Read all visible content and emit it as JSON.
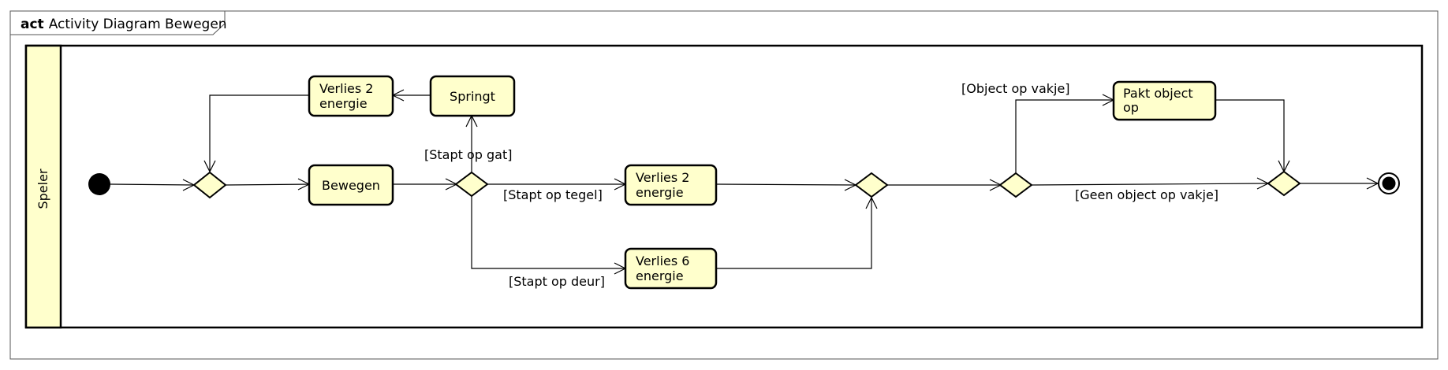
{
  "frame": {
    "keyword": "act",
    "title": "Activity Diagram Bewegen"
  },
  "swimlane": {
    "label": "Speler"
  },
  "actions": {
    "verlies2_top": [
      "Verlies 2",
      "energie"
    ],
    "springt": [
      "Springt"
    ],
    "bewegen": [
      "Bewegen"
    ],
    "verlies2_mid": [
      "Verlies 2",
      "energie"
    ],
    "verlies6": [
      "Verlies 6",
      "energie"
    ],
    "pakt_object": [
      "Pakt object",
      "op"
    ]
  },
  "guards": {
    "stapt_op_gat": "[Stapt op gat]",
    "stapt_op_tegel": "[Stapt op tegel]",
    "stapt_op_deur": "[Stapt op deur]",
    "object_op_vakje": "[Object op vakje]",
    "geen_object": "[Geen object op vakje]"
  },
  "colors": {
    "node_fill": "#FFFFCC",
    "stroke": "#000000",
    "background": "#FFFFFF"
  }
}
